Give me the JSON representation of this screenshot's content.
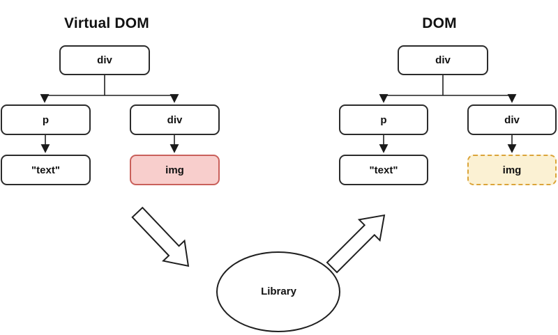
{
  "diagram": {
    "left_tree": {
      "title": "Virtual DOM",
      "nodes": {
        "root": "div",
        "child_left": "p",
        "child_right": "div",
        "leaf_left": "\"text\"",
        "leaf_right": "img"
      }
    },
    "right_tree": {
      "title": "DOM",
      "nodes": {
        "root": "div",
        "child_left": "p",
        "child_right": "div",
        "leaf_left": "\"text\"",
        "leaf_right": "img"
      }
    },
    "library": {
      "label": "Library"
    },
    "colors": {
      "node_border": "#2b2b2b",
      "changed_node_fill": "#f8cecc",
      "changed_node_border": "#c9605b",
      "patched_node_fill": "#fbf1d3",
      "patched_node_border": "#dba439"
    }
  }
}
